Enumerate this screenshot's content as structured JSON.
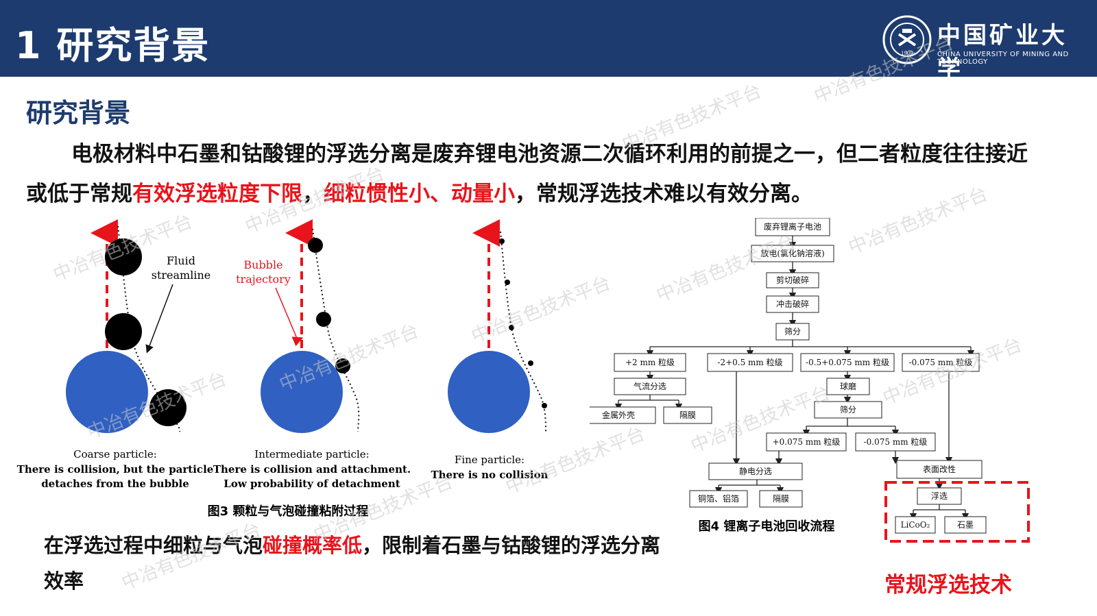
{
  "header": {
    "title": "1 研究背景",
    "logo_cn": "中国矿业大学",
    "logo_en": "CHINA UNIVERSITY OF MINING AND TECHNOLOGY",
    "logo_year": "1909"
  },
  "section_title": "研究背景",
  "intro": {
    "part1": "电极材料中石墨和钴酸锂的浮选分离是废弃锂电池资源二次循环利用的前提之一，但二者粒度往往接近或低于常规",
    "red1": "有效浮选粒度下限",
    "part2": "，",
    "red2": "细粒惯性小、动量小",
    "part3": "，常规浮选技术难以有效分离。"
  },
  "figure3": {
    "labels": {
      "fluid": "Fluid",
      "streamline": "streamline",
      "bubble": "Bubble",
      "trajectory": "trajectory"
    },
    "panels": [
      {
        "title": "Coarse particle:",
        "line1": "There is collision, but the particle",
        "line2": "detaches from the bubble"
      },
      {
        "title": "Intermediate particle:",
        "line1": "There is collision and attachment.",
        "line2": "Low probability of detachment"
      },
      {
        "title": "Fine particle:",
        "line1": "There is no collision",
        "line2": ""
      }
    ],
    "caption": "图3  颗粒与气泡碰撞粘附过程"
  },
  "figure4": {
    "boxes": {
      "b1": "废弃锂离子电池",
      "b2": "放电(氯化钠溶液)",
      "b3": "剪切破碎",
      "b4": "冲击破碎",
      "b5": "筛分",
      "c1": "+2 mm  粒级",
      "c2": "-2+0.5 mm  粒级",
      "c3": "-0.5+0.075 mm 粒级",
      "c4": "-0.075 mm 粒级",
      "air": "气流分选",
      "metal": "金属外壳",
      "sep1": "隔膜",
      "mill": "球磨",
      "screen2": "筛分",
      "plus": "+0.075 mm 粒级",
      "minus": "-0.075 mm  粒级",
      "electro": "静电分选",
      "surface": "表面改性",
      "foil": "铜箔、铝箔",
      "sep2": "隔膜",
      "flot": "浮选",
      "licoo2": "LiCoO₂",
      "graphite": "石墨"
    },
    "caption": "图4  锂离子电池回收流程",
    "highlight_label": "常规浮选技术"
  },
  "conclusion": {
    "part1": "在浮选过程中细粒与气泡",
    "red": "碰撞概率低",
    "part2": "，限制着石墨与钴酸锂的浮选分离效率"
  },
  "watermark": "中冶有色技术平台",
  "colors": {
    "header_bg": "#1d3b6e",
    "accent_red": "#e8141b",
    "bubble_blue": "#2f60c2"
  }
}
